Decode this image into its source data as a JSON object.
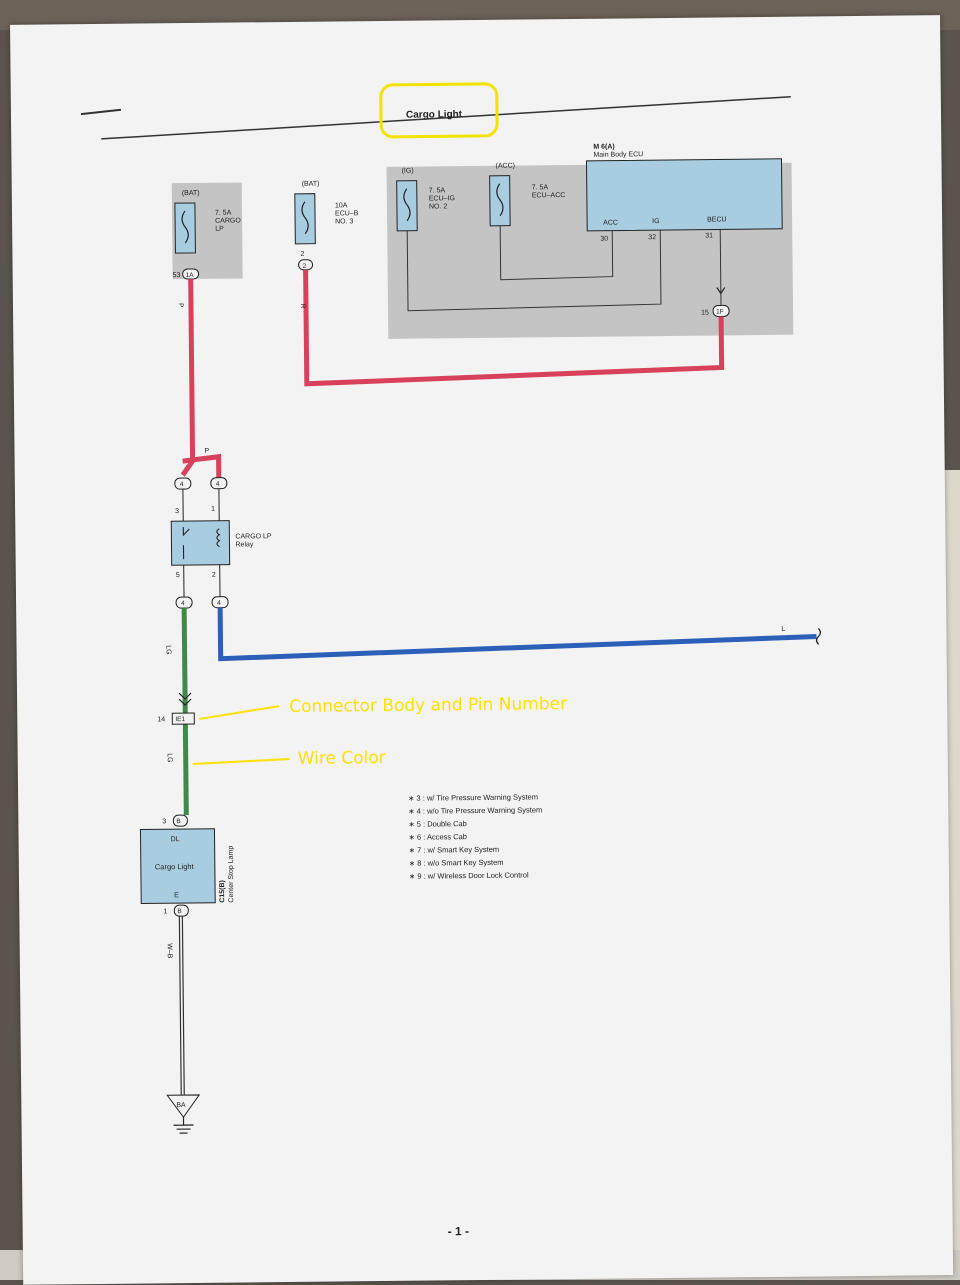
{
  "title": "Cargo Light",
  "page_number": "- 1 -",
  "annotations": {
    "connector": "Connector Body and Pin Number",
    "wire_color": "Wire Color"
  },
  "fuses": {
    "cargo_lp": {
      "source": "(BAT)",
      "rating": "7. 5A",
      "name1": "CARGO",
      "name2": "LP",
      "pin": "53",
      "connector": "1A"
    },
    "ecu_b": {
      "source": "(BAT)",
      "rating": "10A",
      "name1": "ECU–B",
      "name2": "NO. 3",
      "pin": "2",
      "connector": "2"
    },
    "ecu_ig": {
      "source": "(IG)",
      "rating": "7. 5A",
      "name1": "ECU–IG",
      "name2": "NO. 2"
    },
    "ecu_acc": {
      "source": "(ACC)",
      "rating": "7. 5A",
      "name1": "ECU–ACC"
    }
  },
  "ecu": {
    "id": "M 6(A)",
    "name": "Main Body ECU",
    "terminals": [
      {
        "label": "ACC",
        "pin": "30"
      },
      {
        "label": "IG",
        "pin": "32"
      },
      {
        "label": "BECU",
        "pin": "31"
      }
    ],
    "out_pin": "15",
    "out_connector": "1F"
  },
  "relay": {
    "name1": "CARGO LP",
    "name2": "Relay",
    "pins": [
      "3",
      "1",
      "5",
      "2"
    ],
    "connector": "4"
  },
  "wires": {
    "p": "P",
    "r": "R",
    "lg": "LG",
    "l": "L",
    "wb": "W–B"
  },
  "connector_ie1": {
    "pin": "14",
    "name": "IE1"
  },
  "lamp": {
    "pin_top": "3",
    "connector": "B",
    "term_top": "DL",
    "name": "Cargo Light",
    "term_bottom": "E",
    "pin_bottom": "1",
    "id": "C15(B)",
    "desc": "Center Stop Lamp"
  },
  "ground": "BA",
  "notes": [
    "∗ 3 : w/ Tire Pressure Warning System",
    "∗ 4 : w/o Tire Pressure Warning System",
    "∗ 5 : Double Cab",
    "∗ 6 : Access Cab",
    "∗ 7 : w/ Smart Key System",
    "∗ 8 : w/o Smart Key System",
    "∗ 9 : w/ Wireless Door Lock Control"
  ],
  "colors": {
    "wire_pink": "#d8415c",
    "wire_green": "#3f8a4b",
    "wire_blue": "#2c5fb8",
    "box_fill": "#a9cde0",
    "shade": "#c4c4c4",
    "highlight": "#f2e300"
  }
}
